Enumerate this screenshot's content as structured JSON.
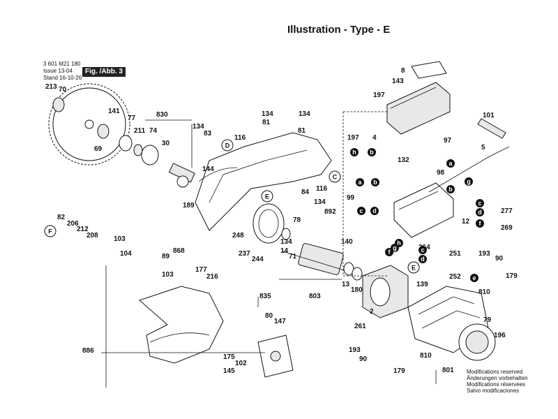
{
  "header": {
    "title": "Illustration - Type - E",
    "code": "3 601 M21 180",
    "issue_label": "Issue",
    "issue_value": "13-04",
    "stand_label": "Stand",
    "stand_value": "16-10-26",
    "figure": "Fig. /Abb. 3"
  },
  "footer": {
    "lines": [
      "Modifications reserved",
      "Änderungen vorbehalten",
      "Modifications réservées",
      "Salvo modificaciones"
    ]
  },
  "callouts": [
    {
      "text": "213"
    },
    {
      "text": "70"
    },
    {
      "text": "141"
    },
    {
      "text": "77"
    },
    {
      "text": "830"
    },
    {
      "text": "211"
    },
    {
      "text": "74"
    },
    {
      "text": "69"
    },
    {
      "text": "30"
    },
    {
      "text": "134"
    },
    {
      "text": "83"
    },
    {
      "text": "144"
    },
    {
      "text": "116"
    },
    {
      "text": "134"
    },
    {
      "text": "81"
    },
    {
      "text": "134"
    },
    {
      "text": "81"
    },
    {
      "text": "116"
    },
    {
      "text": "84"
    },
    {
      "text": "134"
    },
    {
      "text": "189"
    },
    {
      "text": "78"
    },
    {
      "text": "82"
    },
    {
      "text": "206"
    },
    {
      "text": "212"
    },
    {
      "text": "208"
    },
    {
      "text": "103"
    },
    {
      "text": "104"
    },
    {
      "text": "89"
    },
    {
      "text": "103"
    },
    {
      "text": "868"
    },
    {
      "text": "177"
    },
    {
      "text": "216"
    },
    {
      "text": "248"
    },
    {
      "text": "237"
    },
    {
      "text": "244"
    },
    {
      "text": "835"
    },
    {
      "text": "134"
    },
    {
      "text": "14"
    },
    {
      "text": "71"
    },
    {
      "text": "803"
    },
    {
      "text": "140"
    },
    {
      "text": "13"
    },
    {
      "text": "180"
    },
    {
      "text": "886"
    },
    {
      "text": "80"
    },
    {
      "text": "147"
    },
    {
      "text": "175"
    },
    {
      "text": "102"
    },
    {
      "text": "145"
    },
    {
      "text": "8"
    },
    {
      "text": "143"
    },
    {
      "text": "197"
    },
    {
      "text": "101"
    },
    {
      "text": "197"
    },
    {
      "text": "4"
    },
    {
      "text": "97"
    },
    {
      "text": "5"
    },
    {
      "text": "132"
    },
    {
      "text": "98"
    },
    {
      "text": "99"
    },
    {
      "text": "892"
    },
    {
      "text": "277"
    },
    {
      "text": "12"
    },
    {
      "text": "269"
    },
    {
      "text": "264"
    },
    {
      "text": "251"
    },
    {
      "text": "193"
    },
    {
      "text": "90"
    },
    {
      "text": "252"
    },
    {
      "text": "179"
    },
    {
      "text": "139"
    },
    {
      "text": "2"
    },
    {
      "text": "810"
    },
    {
      "text": "261"
    },
    {
      "text": "79"
    },
    {
      "text": "196"
    },
    {
      "text": "193"
    },
    {
      "text": "90"
    },
    {
      "text": "810"
    },
    {
      "text": "179"
    },
    {
      "text": "801"
    }
  ],
  "section_markers": [
    {
      "text": "D"
    },
    {
      "text": "E"
    },
    {
      "text": "C"
    },
    {
      "text": "F"
    },
    {
      "text": "E"
    }
  ],
  "wiring_markers": [
    {
      "text": "h"
    },
    {
      "text": "b"
    },
    {
      "text": "a"
    },
    {
      "text": "b"
    },
    {
      "text": "c"
    },
    {
      "text": "d"
    },
    {
      "text": "a"
    },
    {
      "text": "b"
    },
    {
      "text": "g"
    },
    {
      "text": "c"
    },
    {
      "text": "d"
    },
    {
      "text": "f"
    },
    {
      "text": "f"
    },
    {
      "text": "g"
    },
    {
      "text": "h"
    },
    {
      "text": "c"
    },
    {
      "text": "d"
    },
    {
      "text": "e"
    }
  ]
}
